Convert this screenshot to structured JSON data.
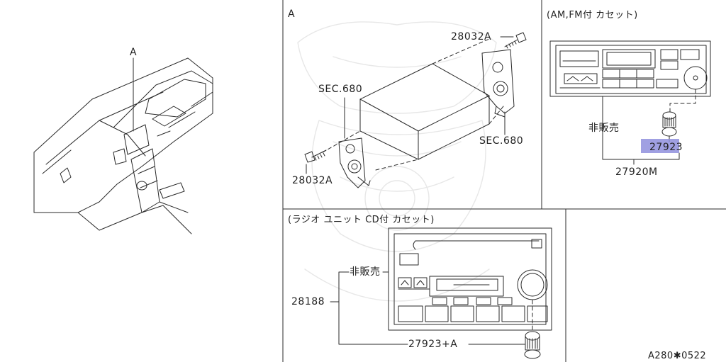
{
  "panels": {
    "a": {
      "title": "A"
    },
    "am_fm": {
      "title": "(AM,FM付 カセット)"
    },
    "cd": {
      "title": "(ラジオ ユニット CD付 カセット)"
    }
  },
  "labels": {
    "overview_a": "A",
    "screw_top": "28032A",
    "screw_bottom": "28032A",
    "sec_left": "SEC.680",
    "sec_right": "SEC.680",
    "not_sold_1": "非販売",
    "not_sold_2": "非販売",
    "knob_part_highlight": "27923",
    "base_part": "27920M",
    "cd_part": "28188",
    "cd_knob": "27923+A",
    "drawing_code": "A280✱0522"
  },
  "colors": {
    "line": "#2a2a2a",
    "highlight": "#8f8fdd"
  }
}
